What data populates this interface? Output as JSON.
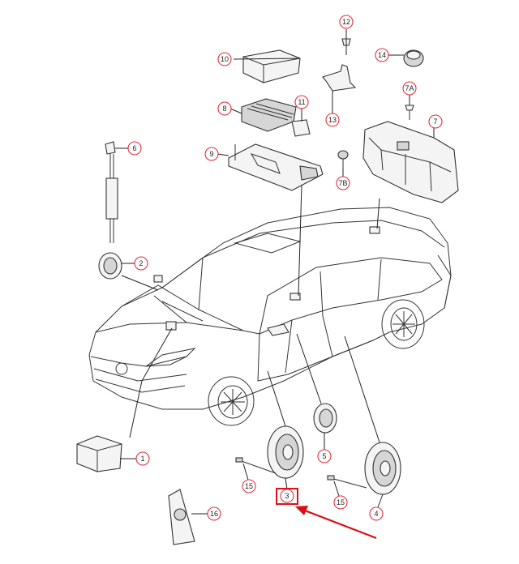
{
  "callouts": {
    "c1": "1",
    "c2": "2",
    "c3": "3",
    "c4": "4",
    "c5": "5",
    "c6": "6",
    "c7": "7",
    "c7a": "7A",
    "c7b": "7B",
    "c8": "8",
    "c9": "9",
    "c10": "10",
    "c11": "11",
    "c12": "12",
    "c13": "13",
    "c14": "14",
    "c15a": "15",
    "c15b": "15",
    "c16": "16"
  },
  "highlight": {
    "selected_callout": "3",
    "color": "#e0101a"
  },
  "colors": {
    "line": "#333333",
    "highlight": "#e0101a",
    "arrow": "#d81018"
  }
}
